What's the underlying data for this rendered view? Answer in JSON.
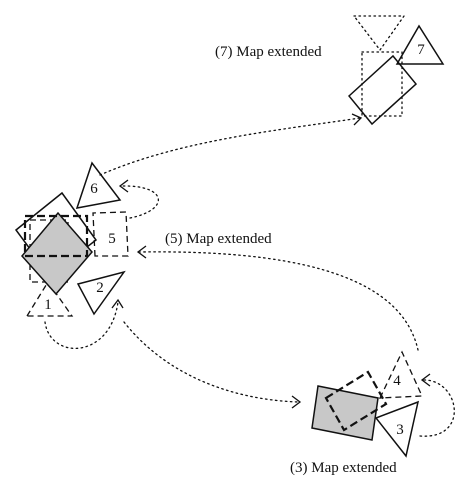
{
  "captions": {
    "map7": "(7) Map extended",
    "map5": "(5) Map extended",
    "map3": "(3) Map extended"
  },
  "poses": {
    "p1": "1",
    "p2": "2",
    "p3": "3",
    "p4": "4",
    "p5": "5",
    "p6": "6",
    "p7": "7"
  }
}
